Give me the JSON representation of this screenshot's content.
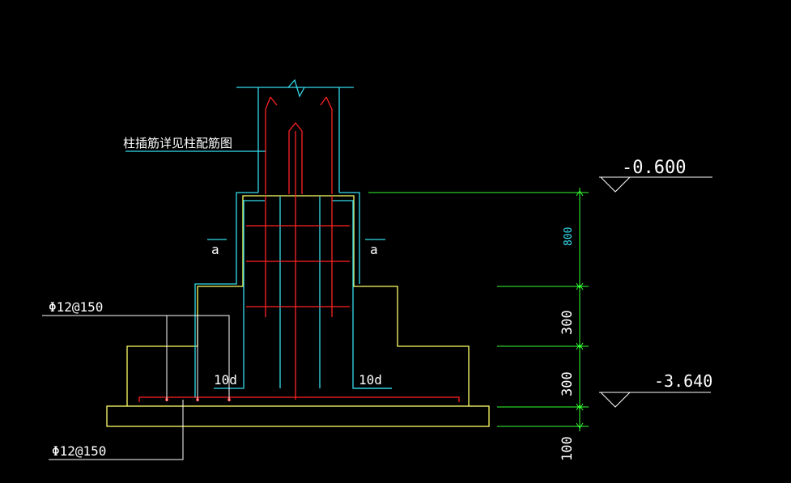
{
  "notes": {
    "column_dowel_note": "柱插筋详见柱配筋图",
    "rebar_upper": "Φ12@150",
    "rebar_lower": "Φ12@150",
    "anchor_left": "10d",
    "anchor_right": "10d",
    "section_left": "a",
    "section_right": "a"
  },
  "levels": {
    "top": "-0.600",
    "bottom": "-3.640"
  },
  "dimensions": {
    "d1": "800",
    "d2": "300",
    "d3": "300",
    "d4": "100"
  },
  "colors": {
    "background": "#000000",
    "yellow": "#ffff66",
    "cyan": "#33ddee",
    "red": "#ff2222",
    "green": "#33ff33",
    "white": "#ffffff"
  }
}
